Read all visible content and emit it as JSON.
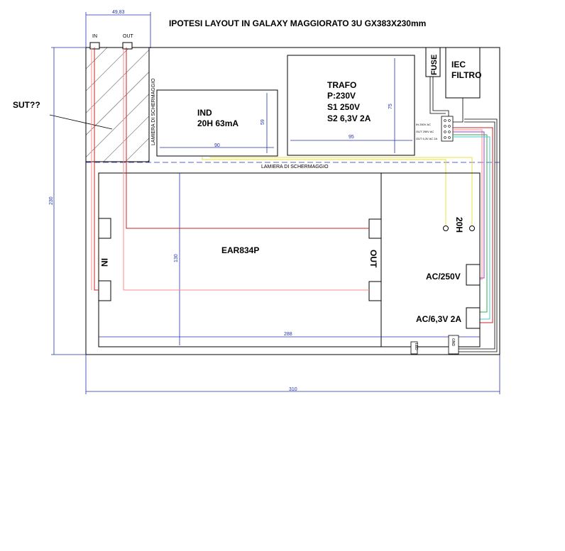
{
  "title": "IPOTESI LAYOUT IN GALAXY MAGGIORATO 3U GX383X230mm",
  "sut_label": "SUT??",
  "top_box": {
    "width_dim": "49,83",
    "in_label": "IN",
    "out_label": "OUT"
  },
  "fuse_label": "FUSE",
  "iec_label_1": "IEC",
  "iec_label_2": "FILTRO",
  "ind": {
    "line1": "IND",
    "line2": "20H 63mA",
    "dim_w": "90",
    "dim_h": "59"
  },
  "trafo": {
    "line1": "TRAFO",
    "line2": "P:230V",
    "line3": "S1 250V",
    "line4": "S2 6,3V 2A",
    "dim_w": "95",
    "dim_h": "75"
  },
  "shield_vertical": "LAMIERA DI SCHERMAGGIO",
  "shield_horizontal": "LAMIERA DI SCHERMAGGIO",
  "board": {
    "name": "EAR834P",
    "in_label": "IN",
    "out_label": "OUT",
    "dim_w": "288",
    "dim_h": "130"
  },
  "labels_20h": "20H",
  "ac_250": "AC/250V",
  "ac_63": "AC/6,3V 2A",
  "led_label": "LED",
  "ground_label": "GND",
  "dims": {
    "width": "310",
    "height": "230"
  },
  "terminal_labels": [
    "IN 250V AC",
    "OUT 250V AC",
    "OUT 6,3V AC 2A"
  ],
  "colors": {
    "dim": "#2233aa",
    "red": "#cc2222",
    "yellow": "#e8e040",
    "green": "#33aa55",
    "pink": "#ff8888",
    "purple": "#9944cc"
  }
}
